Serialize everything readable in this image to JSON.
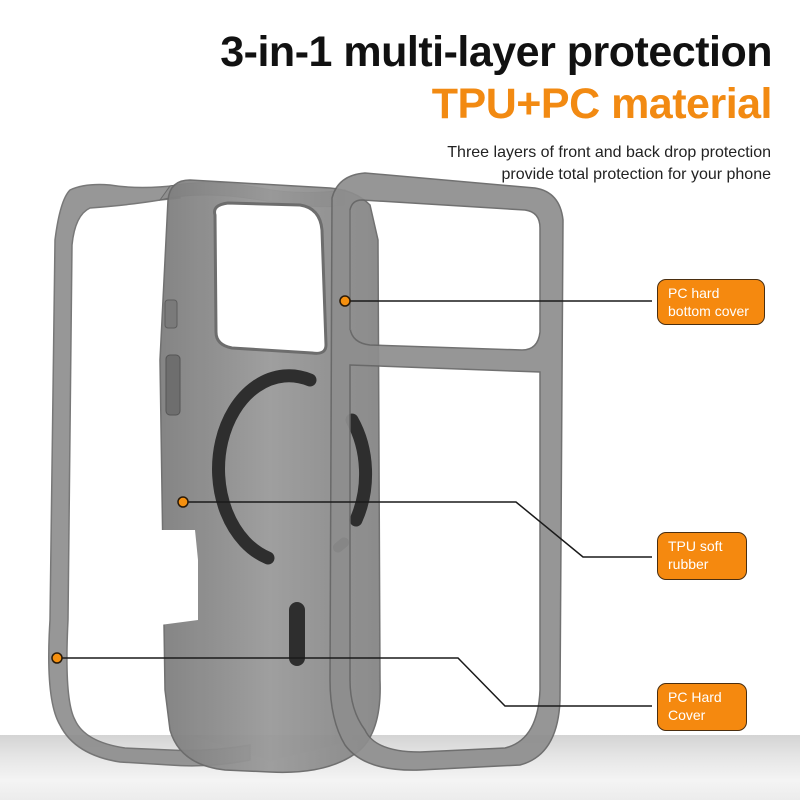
{
  "header": {
    "title": "3-in-1 multi-layer protection",
    "subtitle": "TPU+PC material",
    "description_lines": [
      "Three layers of front and back drop protection",
      "provide total protection for your phone"
    ]
  },
  "callouts": [
    {
      "line1": "PC hard",
      "line2": "bottom cover"
    },
    {
      "line1": "TPU soft",
      "line2": "rubber"
    },
    {
      "line1": "PC Hard",
      "line2": "Cover"
    }
  ],
  "colors": {
    "accent_orange": "#f28a12",
    "callout_fill": "#f5890f",
    "case_gray": "#8a8a8a",
    "magnet_ring": "#2e2e2e"
  },
  "image": {
    "subject": "exploded view of transparent gray 3-piece phone case with MagSafe ring"
  }
}
